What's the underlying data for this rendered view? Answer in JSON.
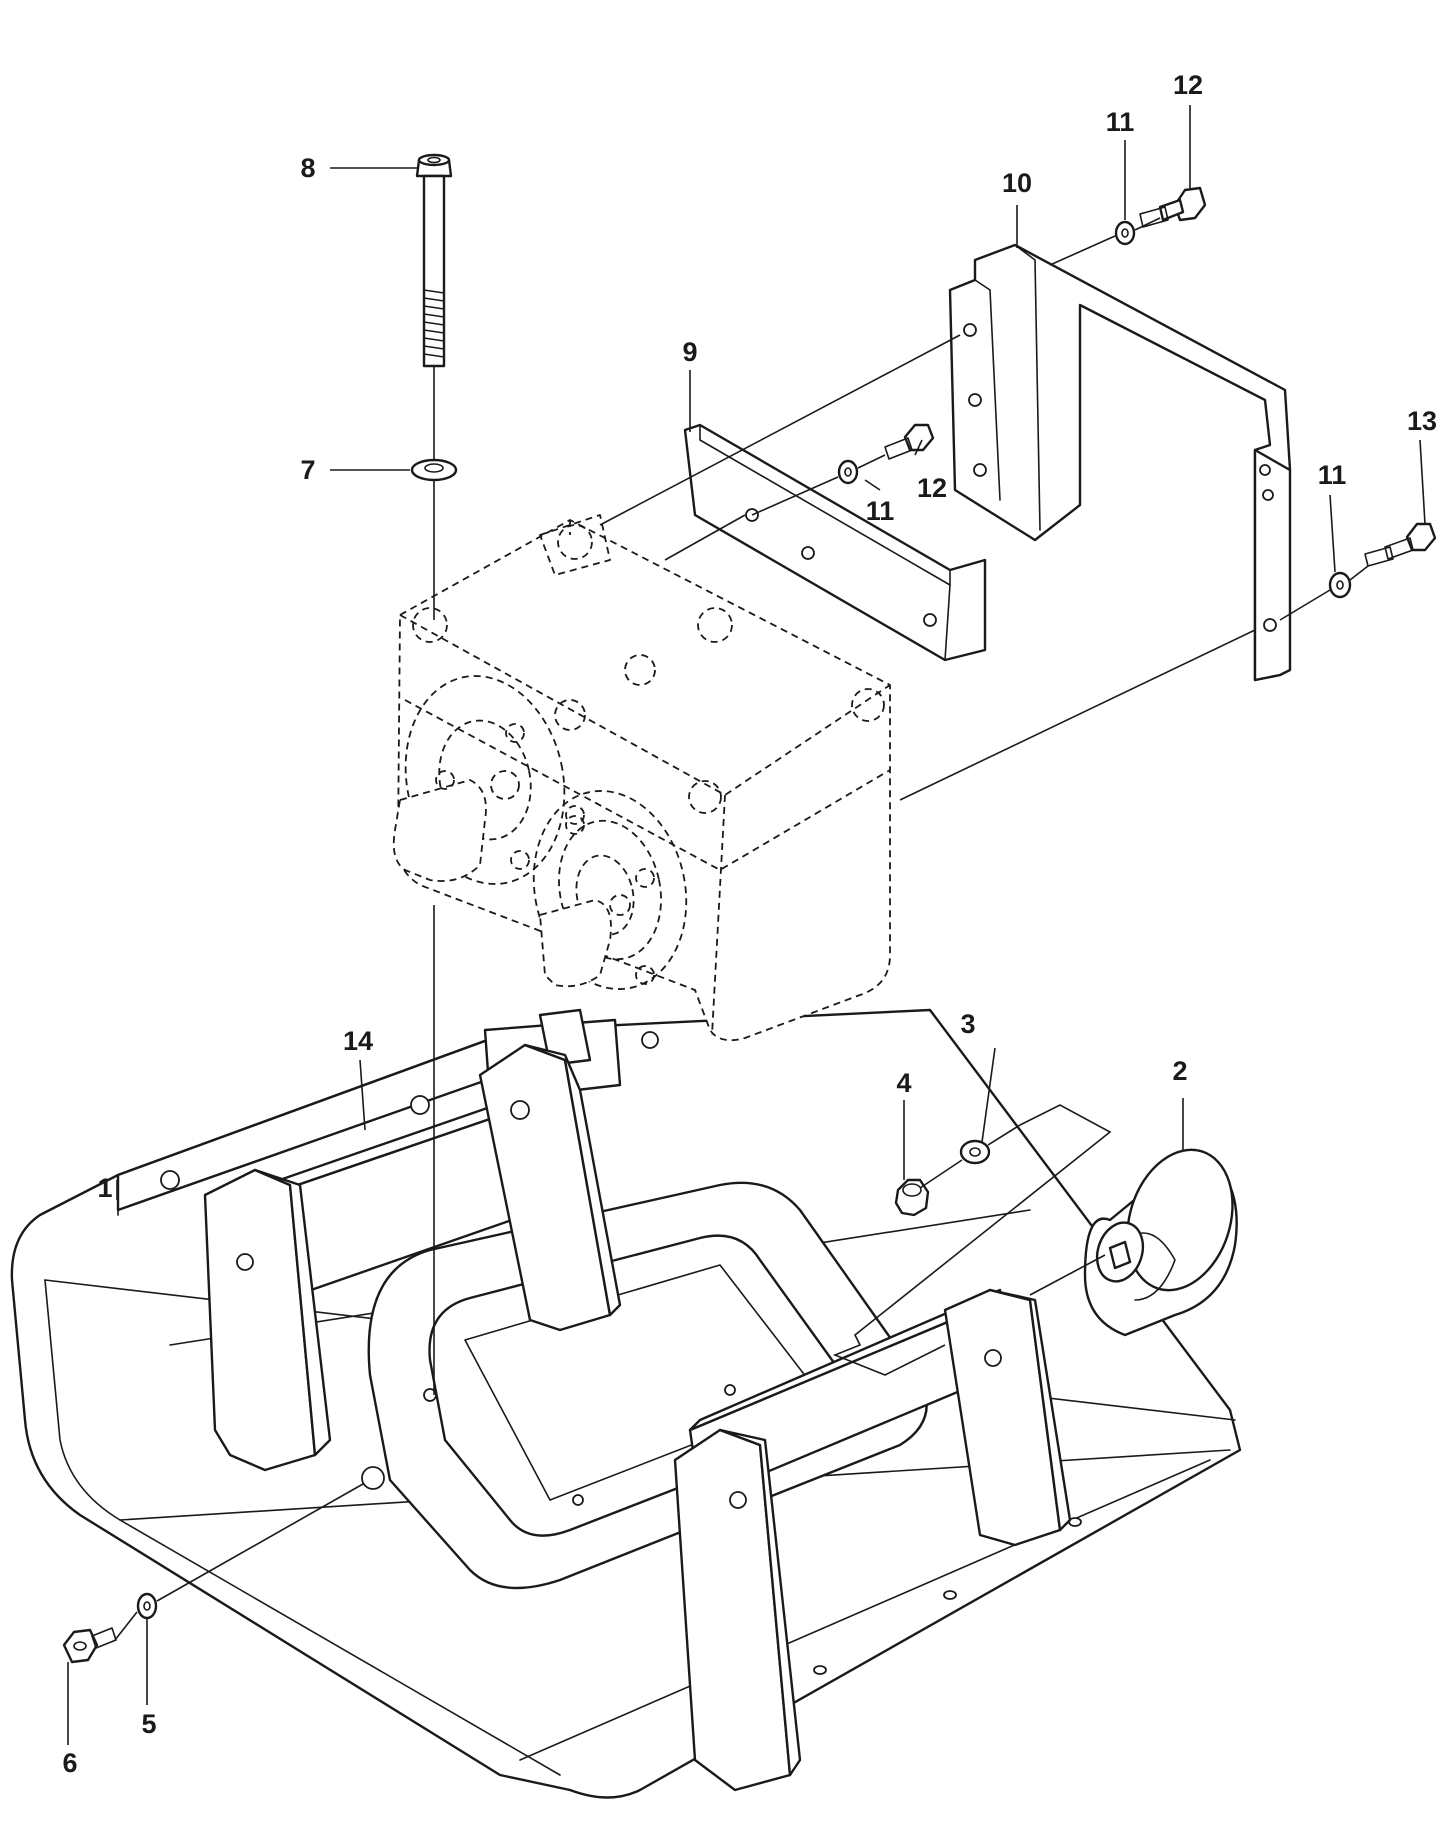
{
  "callouts": {
    "c1": "1",
    "c2": "2",
    "c3": "3",
    "c4": "4",
    "c5": "5",
    "c6": "6",
    "c7": "7",
    "c8": "8",
    "c9": "9",
    "c10": "10",
    "c11a": "11",
    "c11b": "11",
    "c11c": "11",
    "c12a": "12",
    "c12b": "12",
    "c13": "13",
    "c14": "14"
  },
  "colors": {
    "line": "#1a1a1a",
    "background": "#ffffff"
  }
}
